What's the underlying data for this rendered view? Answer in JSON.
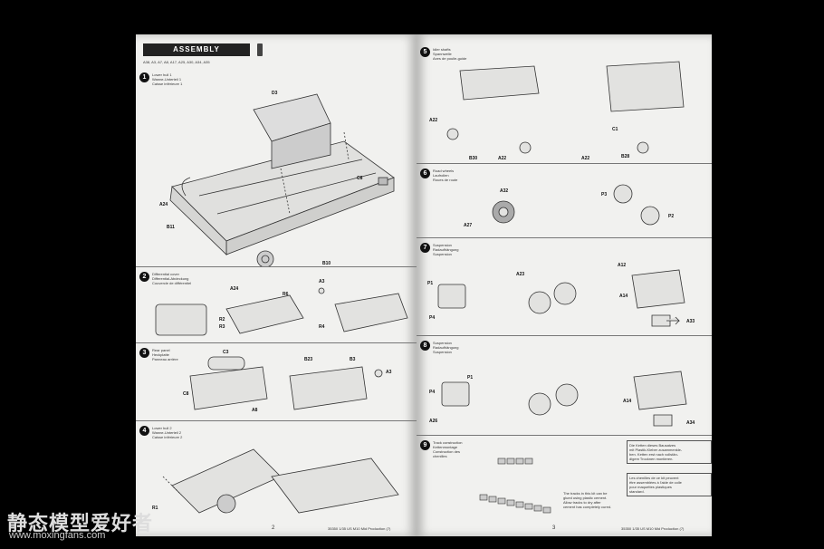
{
  "left_page": {
    "banner": "ASSEMBLY",
    "header_lines": [
      "A38",
      "A3",
      "A7",
      "A8",
      "A17",
      "A25",
      "A30",
      "A34",
      "A35"
    ],
    "page_number": "2",
    "steps": [
      {
        "num": "1",
        "title": "Lower hull 1\nWanne-Unterteil 1\nCaisse inférieure 1",
        "labels": [
          "D3",
          "C8",
          "A24",
          "B11",
          "B10",
          "A24"
        ]
      },
      {
        "num": "2",
        "title": "Differential cover\nDifferential-Abdeckung\nCouvercle de différentiel",
        "labels": [
          "R6",
          "A3",
          "R2",
          "R3",
          "R4"
        ]
      },
      {
        "num": "3",
        "title": "Rear panel\nHeckplatte\nPanneau arrière",
        "labels": [
          "C3",
          "C8",
          "B23",
          "B3",
          "A3",
          "A8"
        ]
      },
      {
        "num": "4",
        "title": "Lower hull 2\nWanne-Unterteil 2\nCaisse inférieure 2",
        "labels": [
          "R1"
        ]
      }
    ],
    "footer": "35350  1/35 US M10 Mid Production (7)"
  },
  "right_page": {
    "page_number": "3",
    "steps": [
      {
        "num": "5",
        "title": "Idler shafts\nSpannwelle\nAxes de poulie-guide",
        "labels": [
          "A22",
          "B30",
          "A22",
          "C1",
          "B28",
          "A22"
        ]
      },
      {
        "num": "6",
        "title": "Road wheels\nLaufrollen\nRoues de route",
        "labels": [
          "A32",
          "A27",
          "P3",
          "P2"
        ]
      },
      {
        "num": "7",
        "title": "Suspension\nRadaufhängung\nSuspension",
        "labels": [
          "P1",
          "A23",
          "A12",
          "P4",
          "A14",
          "A33"
        ]
      },
      {
        "num": "8",
        "title": "Suspension\nRadaufhängung\nSuspension",
        "labels": [
          "P4",
          "P1",
          "A14",
          "A26",
          "A34"
        ]
      },
      {
        "num": "9",
        "title": "Track construction\nKettenmontage\nConstruction des\nchenilles",
        "labels": []
      }
    ],
    "notes": {
      "en": "The tracks in this kit can be\nglued using plastic cement.\nAllow tracks to dry after\ncement has completely cured.",
      "de": "Die Ketten dieses Bausatzes\nmit Plastik-Kleber zusammenkle-\nben. Ketten erst nach vollstän-\ndigem Trocknen montieren.",
      "fr": "Les chenilles de ce kit peuvent\nêtre assemblées à l'aide de colle\npour maquettes plastiques\nstandard."
    },
    "footer": "35350  1/35 US M10 Mid Production (7)"
  },
  "watermark": {
    "cn": "静态模型爱好者",
    "url": "www.moxingfans.com"
  }
}
